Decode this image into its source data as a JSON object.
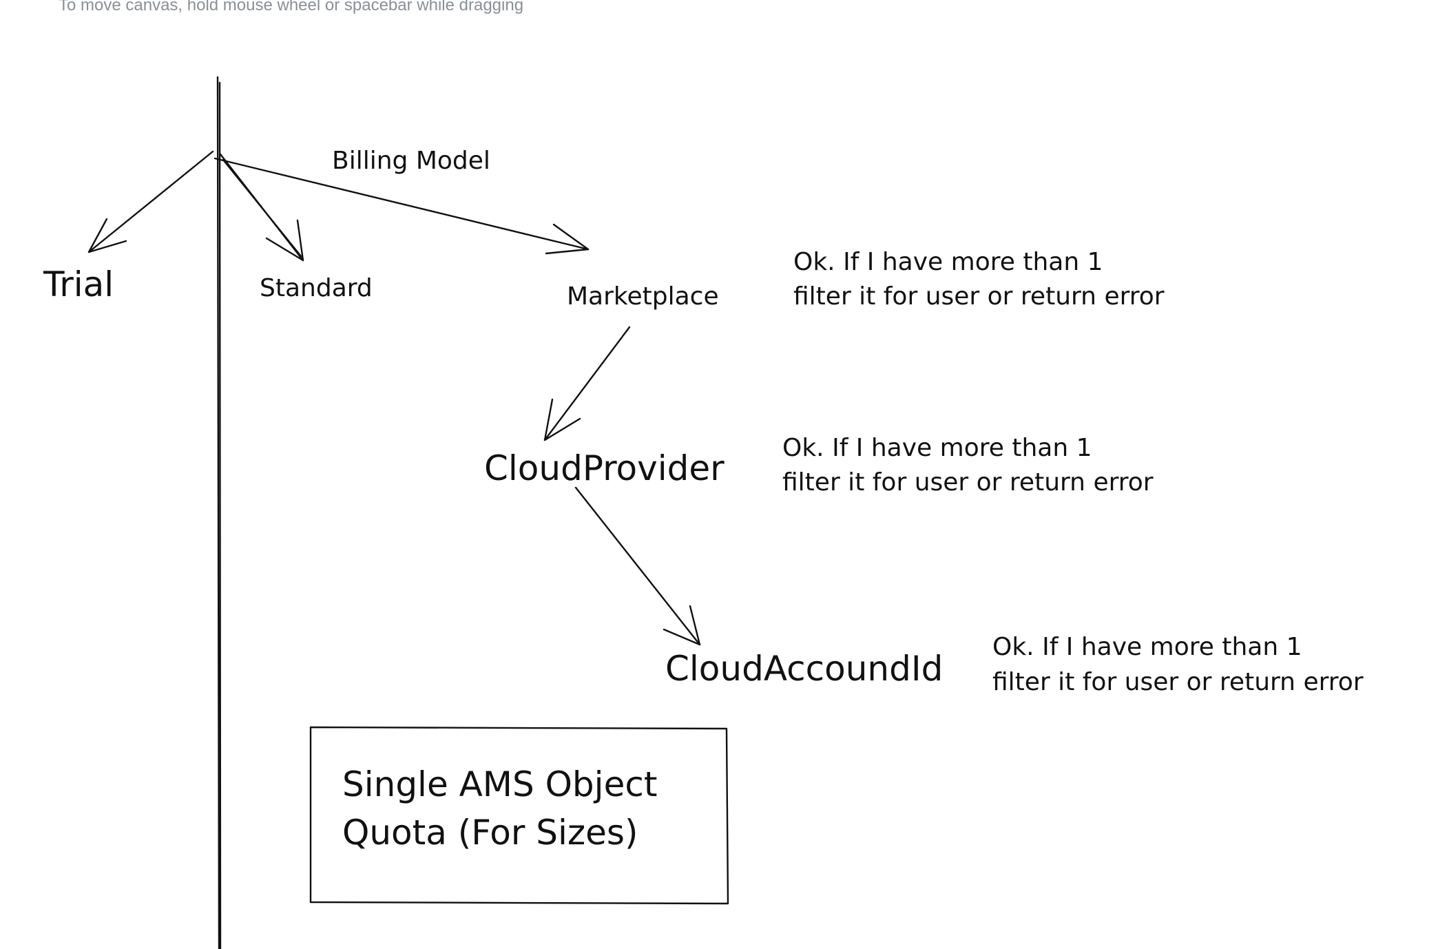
{
  "hint": "To move canvas, hold mouse wheel or spacebar while dragging",
  "diagram": {
    "billing_model": "Billing Model",
    "trial": "Trial",
    "standard": "Standard",
    "marketplace": "Marketplace",
    "cloud_provider": "CloudProvider",
    "cloud_account_id": "CloudAccoundId",
    "notes": [
      {
        "line1": "Ok. If I have more than 1",
        "line2": "filter it for user or return error"
      },
      {
        "line1": "Ok. If I have more than 1",
        "line2": "filter it for user or return error"
      },
      {
        "line1": "Ok. If I have more than 1",
        "line2": "filter it for user or return error"
      }
    ],
    "box": {
      "line1": "Single AMS Object",
      "line2": "Quota (For Sizes)"
    }
  }
}
